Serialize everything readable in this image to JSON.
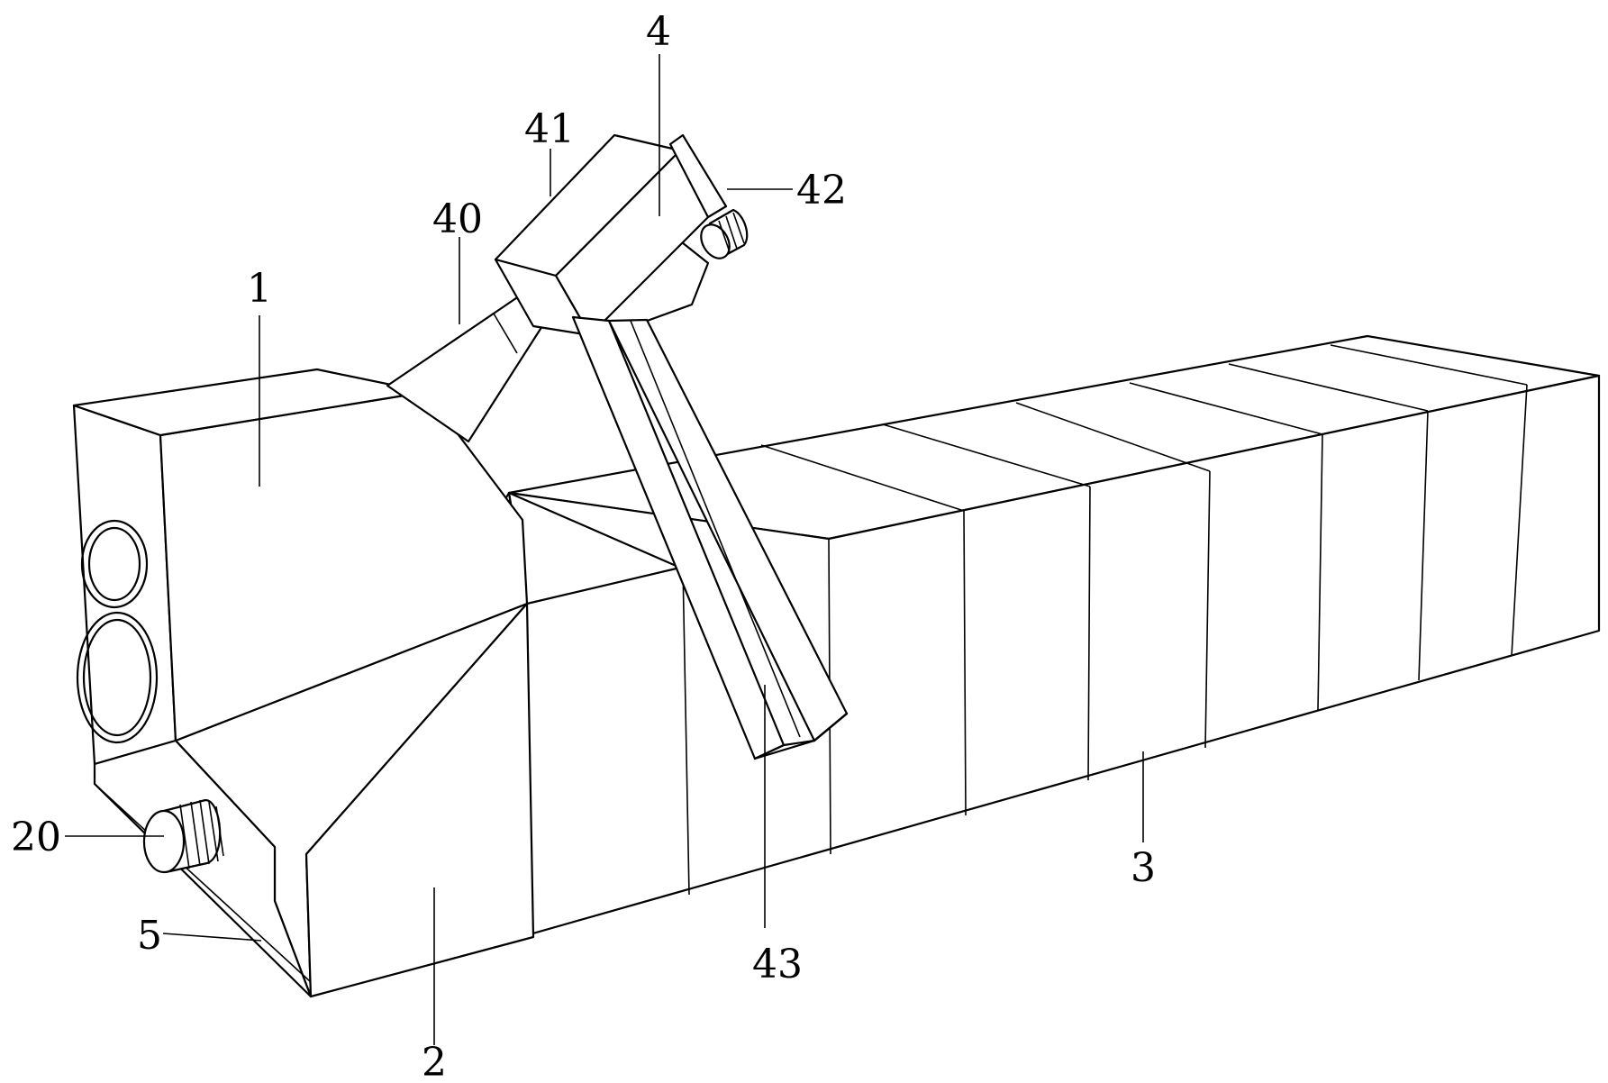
{
  "labels": {
    "l1": "1",
    "l2": "2",
    "l3": "3",
    "l4": "4",
    "l5": "5",
    "l20": "20",
    "l40": "40",
    "l41": "41",
    "l42": "42",
    "l43": "43"
  }
}
